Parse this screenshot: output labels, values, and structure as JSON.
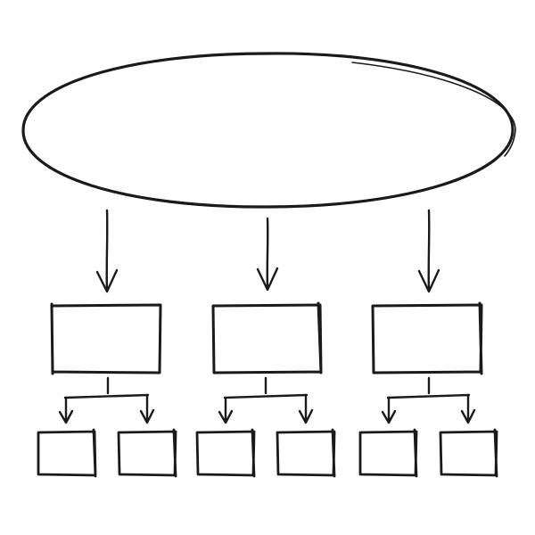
{
  "diagram": {
    "style": "hand-drawn",
    "stroke_color": "#1a1a1a",
    "background": "#ffffff",
    "root": {
      "shape": "ellipse",
      "children": [
        {
          "shape": "rectangle",
          "children": [
            {
              "shape": "rectangle"
            },
            {
              "shape": "rectangle"
            }
          ]
        },
        {
          "shape": "rectangle",
          "children": [
            {
              "shape": "rectangle"
            },
            {
              "shape": "rectangle"
            }
          ]
        },
        {
          "shape": "rectangle",
          "children": [
            {
              "shape": "rectangle"
            },
            {
              "shape": "rectangle"
            }
          ]
        }
      ]
    }
  }
}
